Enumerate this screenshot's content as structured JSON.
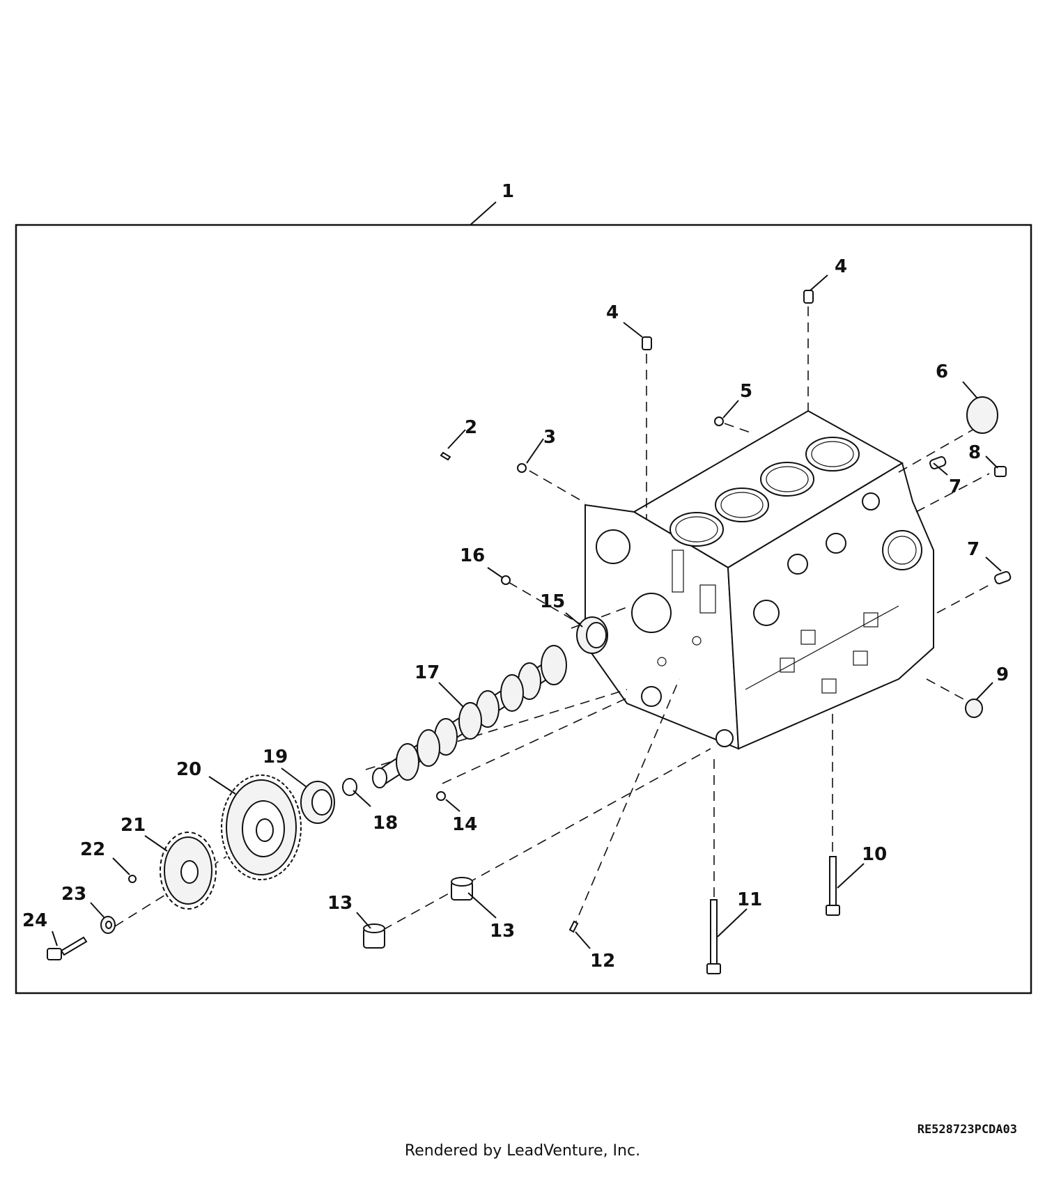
{
  "callouts": {
    "c1": "1",
    "c2": "2",
    "c3": "3",
    "c4a": "4",
    "c4b": "4",
    "c5": "5",
    "c6": "6",
    "c7a": "7",
    "c7b": "7",
    "c8": "8",
    "c9": "9",
    "c10": "10",
    "c11": "11",
    "c12": "12",
    "c13a": "13",
    "c13b": "13",
    "c14": "14",
    "c15": "15",
    "c16": "16",
    "c17": "17",
    "c18": "18",
    "c19": "19",
    "c20": "20",
    "c21": "21",
    "c22": "22",
    "c23": "23",
    "c24": "24"
  },
  "footer": {
    "credit": "Rendered by LeadVenture, Inc.",
    "drawing_id": "RE528723PCDA03"
  },
  "colors": {
    "ink": "#111111",
    "background": "#ffffff"
  }
}
